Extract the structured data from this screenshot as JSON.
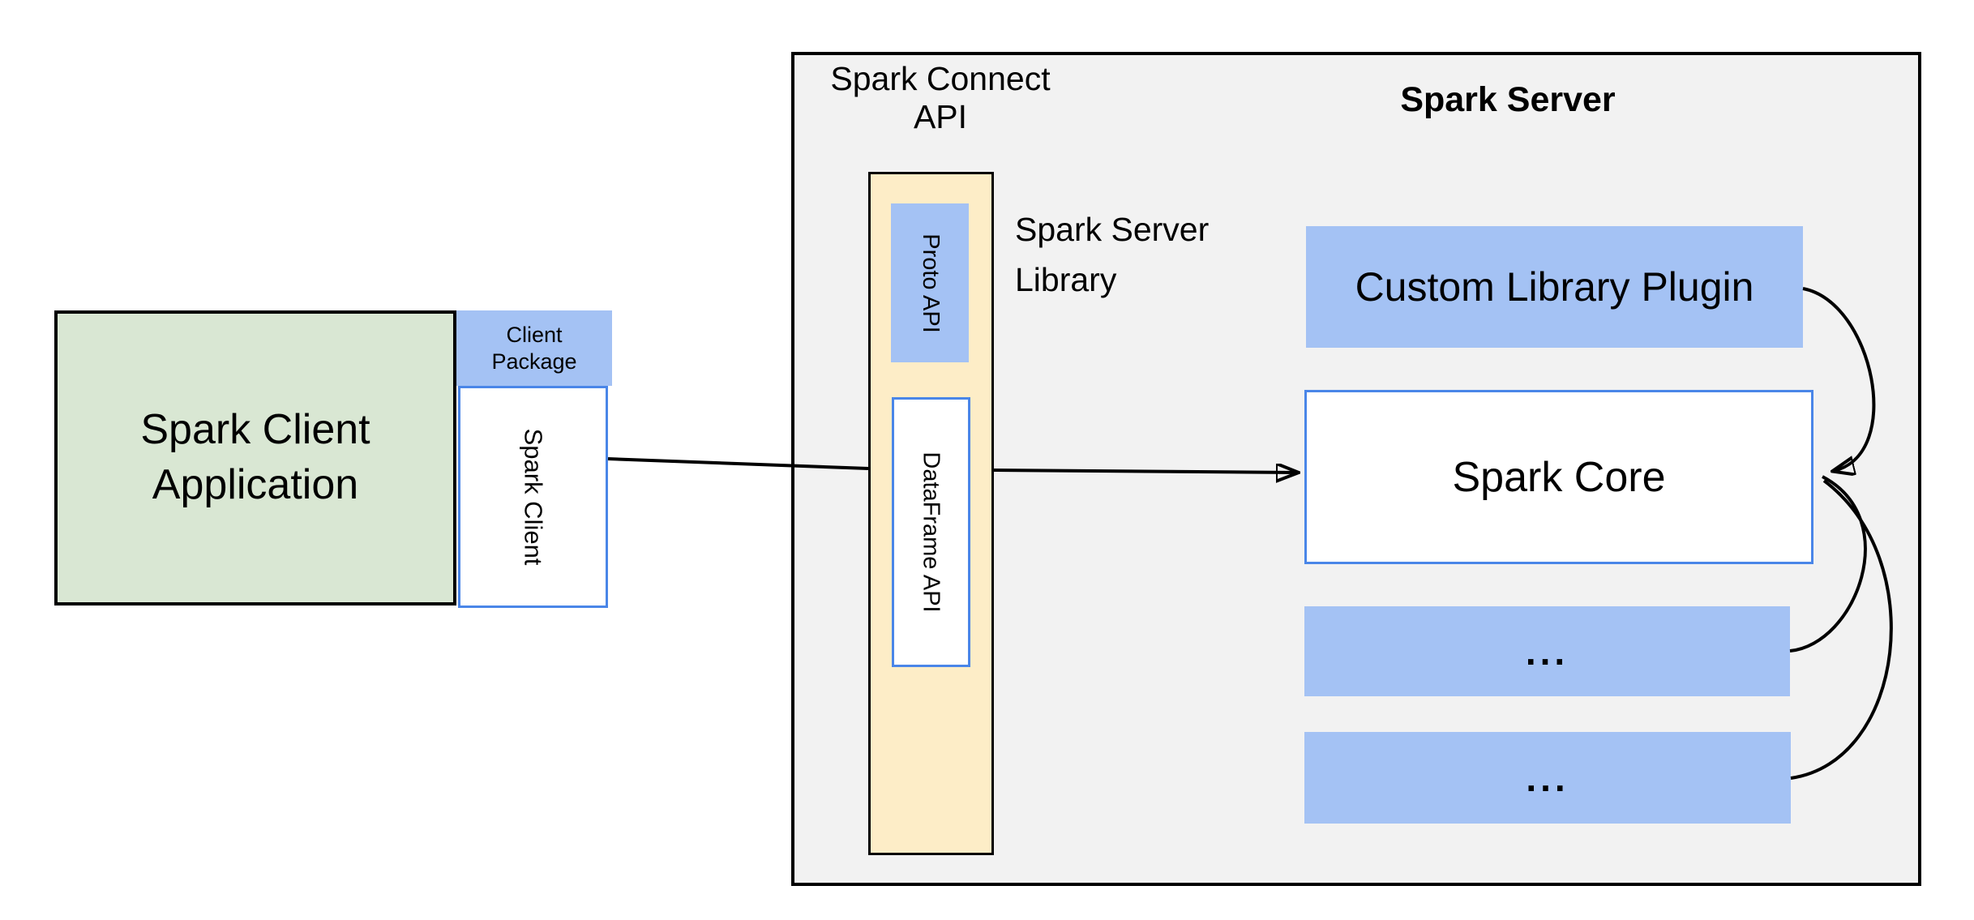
{
  "client": {
    "application_label": "Spark Client Application",
    "package_label": "Client Package",
    "spark_client_label": "Spark Client"
  },
  "spark_connect": {
    "api_label": "Spark Connect API",
    "proto_api_label": "Proto API",
    "dataframe_api_label": "DataFrame API",
    "server_library_label": "Spark Server Library"
  },
  "spark_server": {
    "title": "Spark Server",
    "custom_library_plugin_label": "Custom Library Plugin",
    "spark_core_label": "Spark Core",
    "more_boxes_label_top": "...",
    "more_boxes_label_bottom": "..."
  },
  "colors": {
    "green_fill": "#d9e7d3",
    "blue_fill": "#a4c2f4",
    "yellow_fill": "#fdedc7",
    "gray_fill": "#f2f2f2",
    "blue_border": "#4a86e8",
    "arrow_color": "#000000"
  }
}
